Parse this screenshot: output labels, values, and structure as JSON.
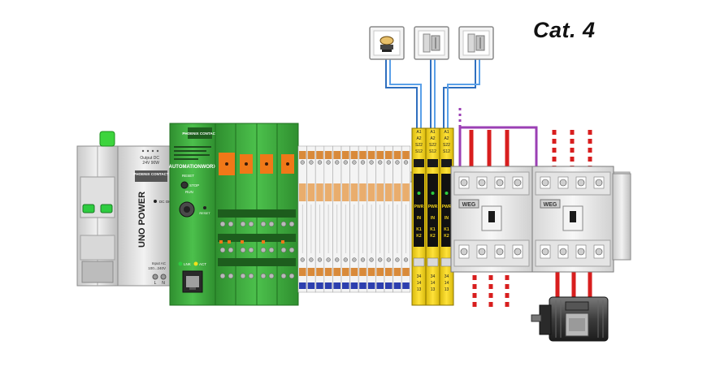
{
  "category_label": "Cat. 4",
  "power_supply": {
    "brand": "PHOENIX CONTACT",
    "product": "UNO POWER",
    "dc_ok": "DC OK",
    "output": "Output DC",
    "output_rating": "24V 90W",
    "input": "Input AC",
    "input_rating": "100...240V",
    "terminal_l": "L",
    "terminal_n": "N"
  },
  "controller": {
    "brand": "PHOENIX CONTACT",
    "series": "AUTOMATIONWORX",
    "reset": "RESET",
    "stop": "STOP",
    "run": "RUN",
    "lnk": "LNK",
    "act": "ACT"
  },
  "safety_relays": {
    "top_terminals": [
      "A1",
      "A2",
      "S22",
      "S12"
    ],
    "status_labels": [
      "PWR",
      "IN",
      "K1",
      "K2"
    ],
    "bottom_terminals": [
      "34",
      "14",
      "13"
    ],
    "module_count": 3
  },
  "contactors": {
    "brand": "WEG",
    "count": 2
  },
  "colors": {
    "ps_body": "#e6e6e6",
    "controller_green": "#3fae3f",
    "safety_yellow": "#f3d21a",
    "wire_blue": "#2f6fbf",
    "wire_purple": "#9b3fb4",
    "wire_red": "#d81e1e"
  },
  "icons": [
    "emergency-stop-icon",
    "door-switch-icon",
    "door-switch-icon",
    "motor-icon"
  ]
}
